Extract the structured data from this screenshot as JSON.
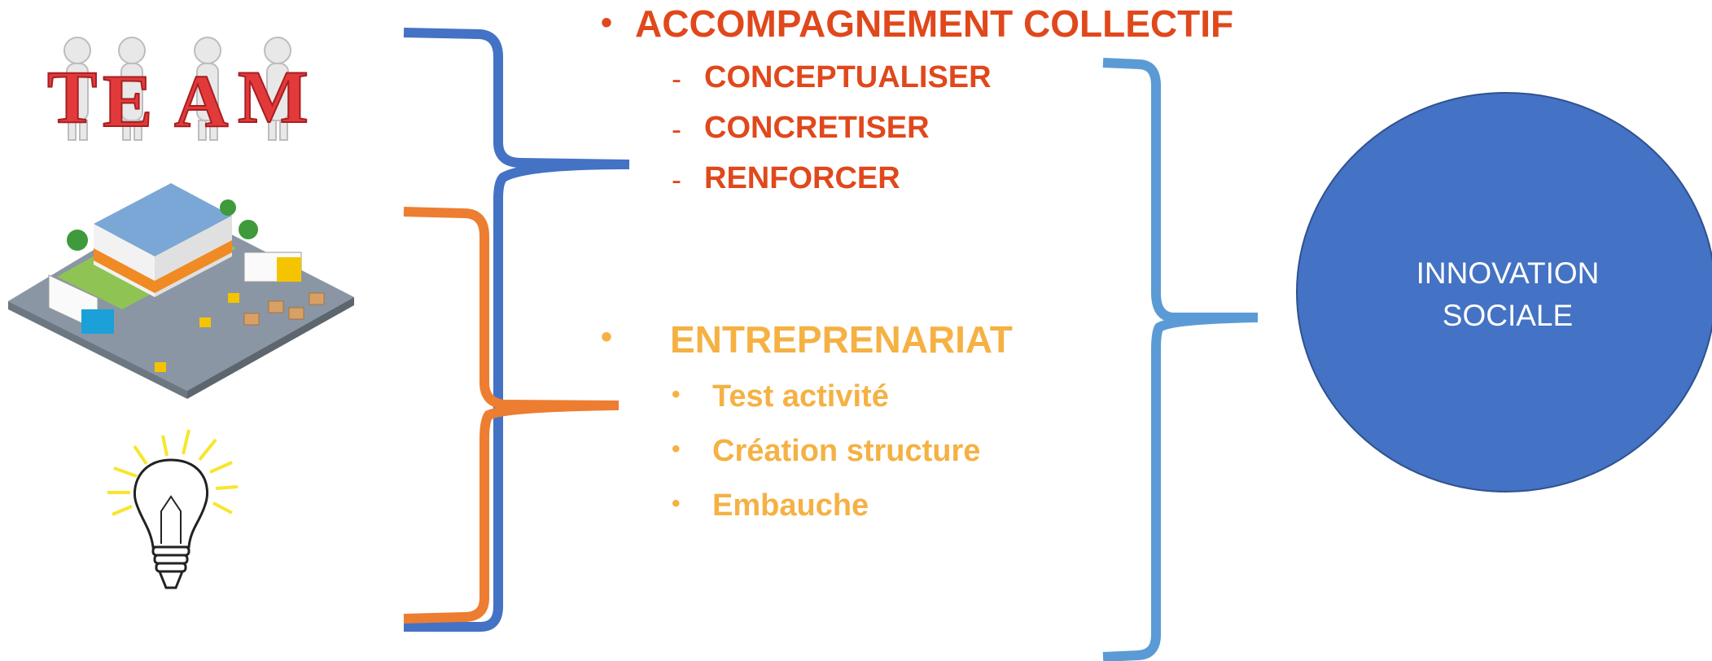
{
  "sections": {
    "collective": {
      "title": "ACCOMPAGNEMENT COLLECTIF",
      "items": [
        "CONCEPTUALISER",
        "CONCRETISER",
        "RENFORCER"
      ],
      "color": "#E0481C"
    },
    "entrepreneurship": {
      "title": "ENTREPRENARIAT",
      "items": [
        "Test activité",
        "Création structure",
        "Embauche"
      ],
      "color": "#F5B143"
    }
  },
  "result": {
    "label_line1": "INNOVATION",
    "label_line2": "SOCIALE",
    "color": "#4472C4"
  },
  "images": {
    "team": {
      "icon": "team-figures-icon",
      "letters": [
        "T",
        "E",
        "A",
        "M"
      ]
    },
    "warehouse": {
      "icon": "warehouse-icon"
    },
    "idea": {
      "icon": "lightbulb-icon"
    }
  },
  "brackets": {
    "blue": "#4472C4",
    "orange": "#ED7D31",
    "light_blue": "#5B9BD5"
  }
}
